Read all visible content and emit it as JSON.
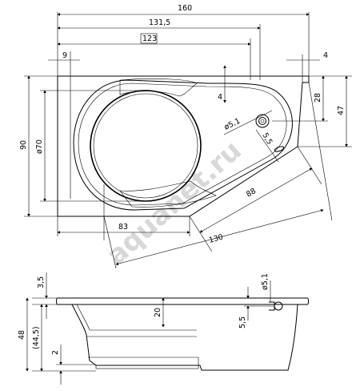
{
  "plan_view": {
    "width_total": "160",
    "length_131": "131,5",
    "length_123": "123",
    "offset_left": "9",
    "offset_right": "4",
    "depth_4": "4",
    "height_28": "28",
    "height_47": "47",
    "height_90": "90",
    "diameter_70": "ø70",
    "diameter_drain": "ø5,1",
    "drain_offset": "5,5",
    "diag_88": "88",
    "base_83": "83",
    "diag_130": "130"
  },
  "side_view": {
    "rim_35": "3,5",
    "height_48": "48",
    "height_445": "(44,5)",
    "base_2": "2",
    "depth_20": "20",
    "overflow_55": "5,5",
    "overflow_diam": "ø5,1"
  },
  "watermark": {
    "text": "aquanet.ru"
  }
}
